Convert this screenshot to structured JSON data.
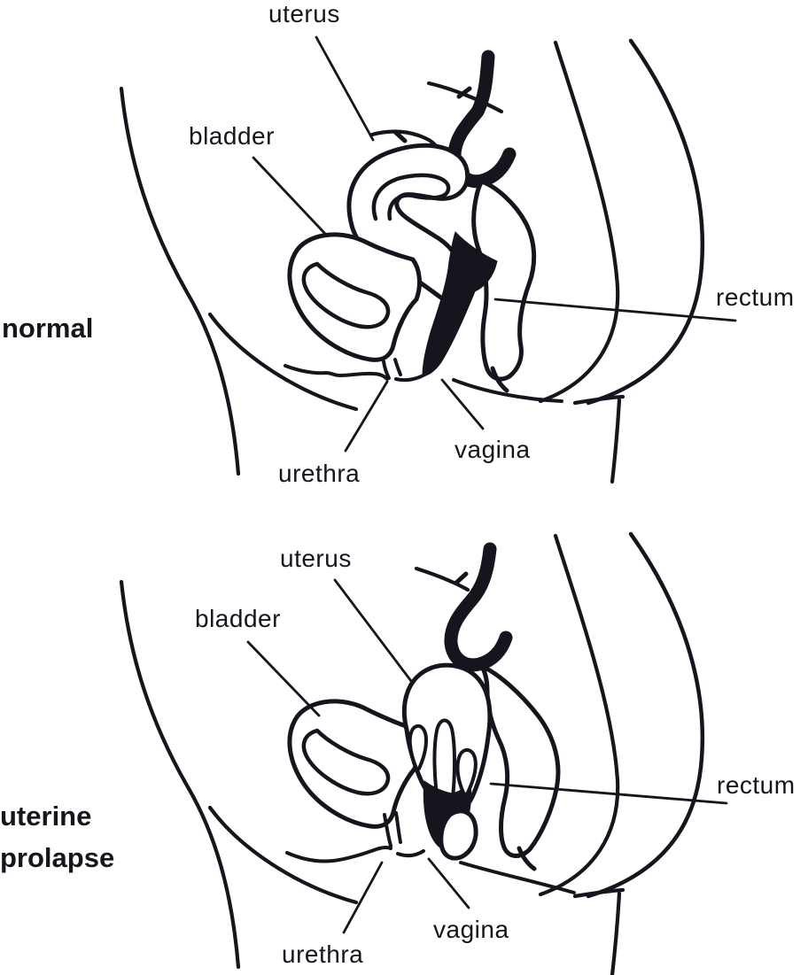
{
  "figure": {
    "colors": {
      "ink": "#15151e",
      "background": "#ffffff"
    },
    "panels": [
      {
        "id": "normal",
        "title": "normal",
        "labels": {
          "uterus": "uterus",
          "bladder": "bladder",
          "rectum": "rectum",
          "urethra": "urethra",
          "vagina": "vagina"
        }
      },
      {
        "id": "uterine-prolapse",
        "title": "uterine prolapse",
        "title_lines": [
          "uterine",
          "prolapse"
        ],
        "labels": {
          "uterus": "uterus",
          "bladder": "bladder",
          "rectum": "rectum",
          "urethra": "urethra",
          "vagina": "vagina"
        }
      }
    ]
  }
}
